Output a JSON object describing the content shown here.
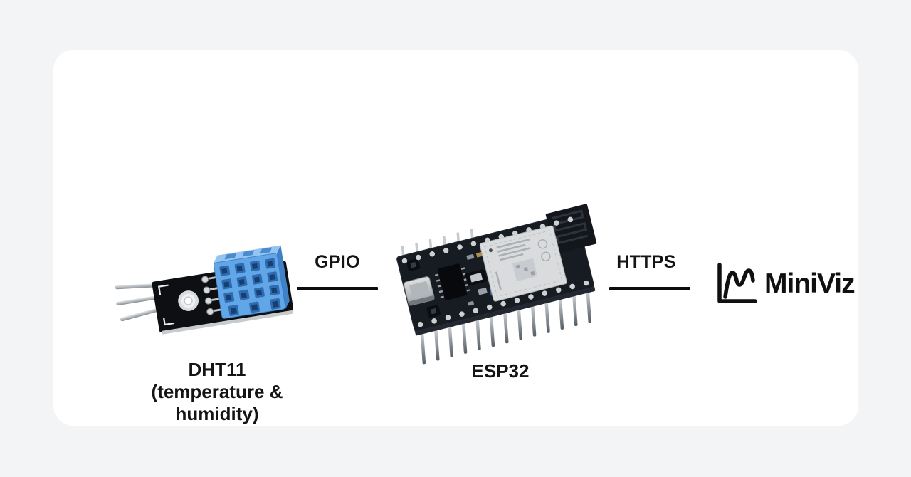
{
  "canvas": {
    "background": "#f3f4f6",
    "card_background": "#ffffff"
  },
  "diagram": {
    "title": "",
    "nodes": [
      {
        "id": "dht11",
        "image": "dht11-sensor-module-photo",
        "label": "DHT11",
        "sublabel": "(temperature & humidity)"
      },
      {
        "id": "esp32",
        "image": "esp32-devkit-board-photo",
        "label": "ESP32"
      },
      {
        "id": "miniviz",
        "image": "miniviz-line-chart-logo",
        "label": "MiniViz"
      }
    ],
    "links": [
      {
        "from": "dht11",
        "to": "esp32",
        "label": "GPIO",
        "style": "solid-black-line"
      },
      {
        "from": "esp32",
        "to": "miniviz",
        "label": "HTTPS",
        "style": "solid-black-line"
      }
    ]
  },
  "colors": {
    "text": "#141414",
    "connector_line": "#0d0d0d",
    "dht11_sensor_blue": "#61a7e8",
    "pcb_dark": "#171b22",
    "module_shield_silver": "#d9dbdd",
    "logo_black": "#101010"
  }
}
